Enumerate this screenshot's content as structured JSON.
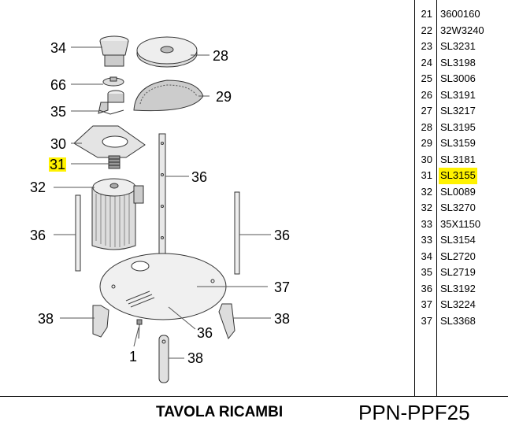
{
  "diagram": {
    "callouts": {
      "c34": "34",
      "c66": "66",
      "c35": "35",
      "c30": "30",
      "c31": "31",
      "c32": "32",
      "c36a": "36",
      "c36b": "36",
      "c36c": "36",
      "c36d": "36",
      "c28": "28",
      "c29": "29",
      "c37": "37",
      "c38a": "38",
      "c38b": "38",
      "c38c": "38",
      "c1": "1"
    },
    "highlight_color": "#fff200"
  },
  "parts_table": {
    "rows": [
      {
        "num": "21",
        "code": "3600160"
      },
      {
        "num": "22",
        "code": "32W3240"
      },
      {
        "num": "23",
        "code": "SL3231"
      },
      {
        "num": "24",
        "code": "SL3198"
      },
      {
        "num": "25",
        "code": "SL3006"
      },
      {
        "num": "26",
        "code": "SL3191"
      },
      {
        "num": "27",
        "code": "SL3217"
      },
      {
        "num": "28",
        "code": "SL3195"
      },
      {
        "num": "29",
        "code": "SL3159"
      },
      {
        "num": "30",
        "code": "SL3181"
      },
      {
        "num": "31",
        "code": "SL3155",
        "highlighted": true
      },
      {
        "num": "32",
        "code": "SL0089"
      },
      {
        "num": "32",
        "code": "SL3270"
      },
      {
        "num": "33",
        "code": "35X1150"
      },
      {
        "num": "33",
        "code": "SL3154"
      },
      {
        "num": "34",
        "code": "SL2720"
      },
      {
        "num": "35",
        "code": "SL2719"
      },
      {
        "num": "36",
        "code": "SL3192"
      },
      {
        "num": "37",
        "code": "SL3224"
      },
      {
        "num": "37",
        "code": "SL3368"
      }
    ]
  },
  "footer": {
    "title": "TAVOLA RICAMBI",
    "model": "PPN-PPF25"
  }
}
